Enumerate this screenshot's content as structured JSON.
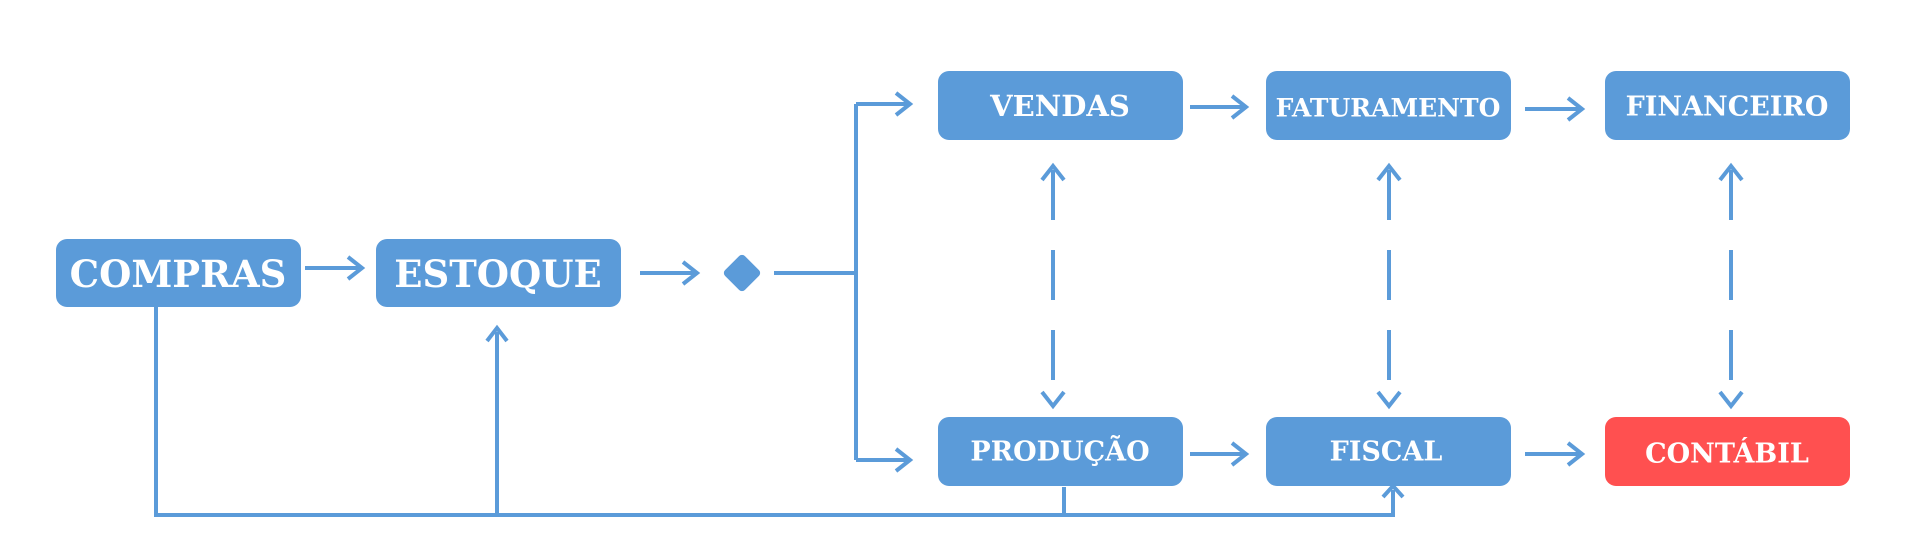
{
  "colors": {
    "node": "#5b9bd9",
    "highlight": "#ff5050",
    "edge": "#5b9bd9",
    "background": "#ffffff"
  },
  "nodes": {
    "compras": {
      "label": "COMPRAS",
      "color": "#5b9bd9"
    },
    "estoque": {
      "label": "ESTOQUE",
      "color": "#5b9bd9"
    },
    "vendas": {
      "label": "VENDAS",
      "color": "#5b9bd9"
    },
    "faturamento": {
      "label": "FATURAMENTO",
      "color": "#5b9bd9"
    },
    "financeiro": {
      "label": "FINANCEIRO",
      "color": "#5b9bd9"
    },
    "producao": {
      "label": "PRODUÇÃO",
      "color": "#5b9bd9"
    },
    "fiscal": {
      "label": "FISCAL",
      "color": "#5b9bd9"
    },
    "contabil": {
      "label": "CONTÁBIL",
      "color": "#ff5050"
    }
  },
  "decision": {
    "shape": "diamond",
    "color": "#5b9bd9"
  },
  "edges": [
    {
      "from": "compras",
      "to": "estoque",
      "style": "solid"
    },
    {
      "from": "estoque",
      "to": "decision",
      "style": "solid"
    },
    {
      "from": "decision",
      "to": "vendas",
      "style": "solid"
    },
    {
      "from": "decision",
      "to": "producao",
      "style": "solid"
    },
    {
      "from": "vendas",
      "to": "faturamento",
      "style": "solid"
    },
    {
      "from": "faturamento",
      "to": "financeiro",
      "style": "solid"
    },
    {
      "from": "producao",
      "to": "fiscal",
      "style": "solid"
    },
    {
      "from": "fiscal",
      "to": "contabil",
      "style": "solid"
    },
    {
      "from": "vendas",
      "to": "producao",
      "style": "dashed",
      "bidirectional": true
    },
    {
      "from": "faturamento",
      "to": "fiscal",
      "style": "dashed",
      "bidirectional": true
    },
    {
      "from": "financeiro",
      "to": "contabil",
      "style": "dashed",
      "bidirectional": true
    },
    {
      "from": "compras",
      "to": "estoque",
      "style": "solid",
      "route": "bottom-feedback"
    },
    {
      "from": "compras",
      "to": "fiscal",
      "style": "solid",
      "route": "bottom-feedback"
    },
    {
      "from": "producao",
      "to": "fiscal",
      "style": "solid",
      "route": "bottom-feedback"
    }
  ]
}
